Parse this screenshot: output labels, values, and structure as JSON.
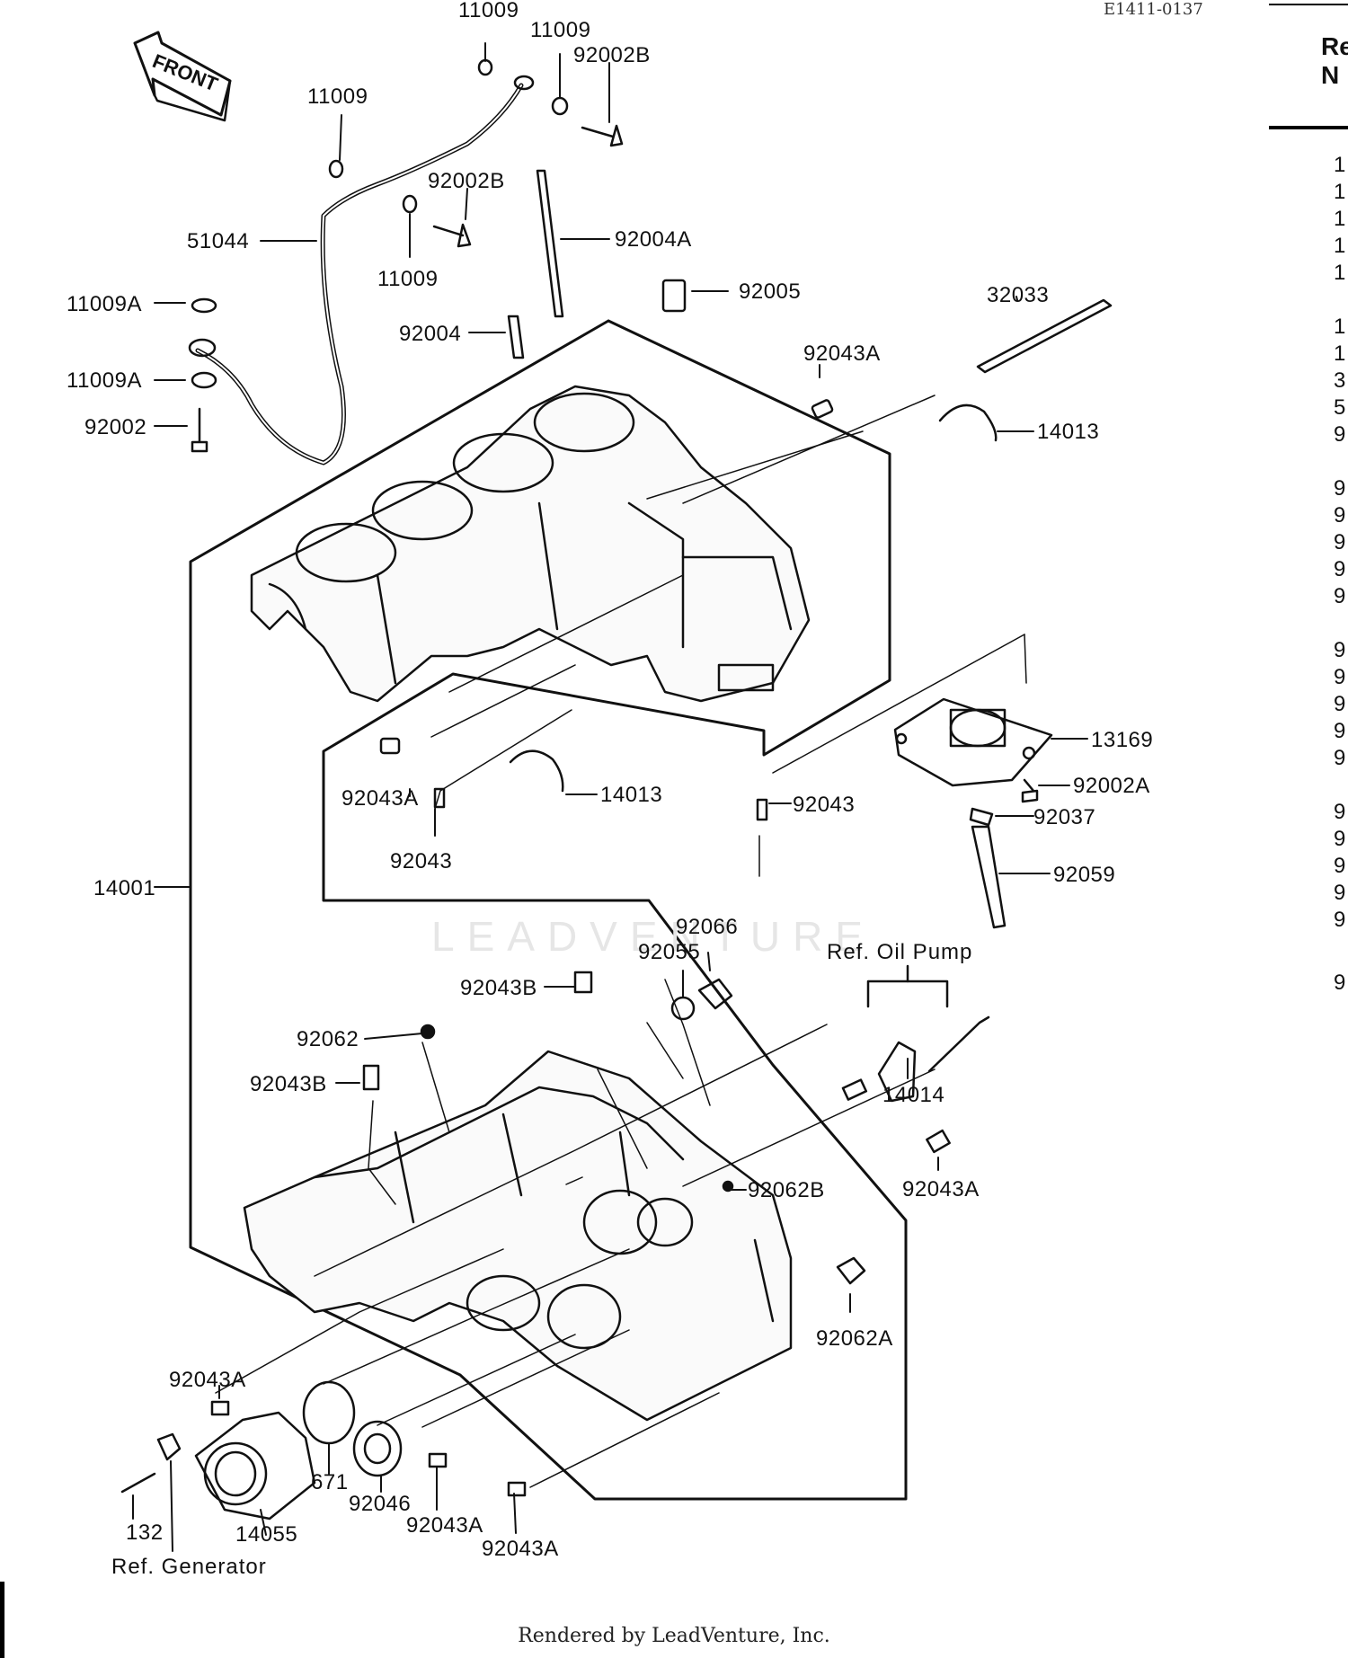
{
  "diagram_code": "E1411-0137",
  "footer": "Rendered by LeadVenture, Inc.",
  "watermark": "LEADVENTURE",
  "front_arrow": "FRONT",
  "ref_labels": {
    "oil_pump": "Ref. Oil Pump",
    "generator": "Ref. Generator"
  },
  "part_labels": [
    {
      "id": "l1",
      "text": "11009"
    },
    {
      "id": "l2",
      "text": "11009"
    },
    {
      "id": "l3",
      "text": "92002B"
    },
    {
      "id": "l4",
      "text": "11009"
    },
    {
      "id": "l5",
      "text": "92002B"
    },
    {
      "id": "l6",
      "text": "51044"
    },
    {
      "id": "l7",
      "text": "92004A"
    },
    {
      "id": "l8",
      "text": "11009"
    },
    {
      "id": "l9",
      "text": "92005"
    },
    {
      "id": "l10",
      "text": "32033"
    },
    {
      "id": "l11",
      "text": "11009A"
    },
    {
      "id": "l12",
      "text": "92004"
    },
    {
      "id": "l13",
      "text": "92043A"
    },
    {
      "id": "l14",
      "text": "11009A"
    },
    {
      "id": "l15",
      "text": "92002"
    },
    {
      "id": "l16",
      "text": "14013"
    },
    {
      "id": "l17",
      "text": "13169"
    },
    {
      "id": "l18",
      "text": "92002A"
    },
    {
      "id": "l19",
      "text": "92043A"
    },
    {
      "id": "l20",
      "text": "14013"
    },
    {
      "id": "l21",
      "text": "92043"
    },
    {
      "id": "l22",
      "text": "92037"
    },
    {
      "id": "l23",
      "text": "92043"
    },
    {
      "id": "l24",
      "text": "92059"
    },
    {
      "id": "l25",
      "text": "14001"
    },
    {
      "id": "l26",
      "text": "92066"
    },
    {
      "id": "l27",
      "text": "92055"
    },
    {
      "id": "l28",
      "text": "92043B"
    },
    {
      "id": "l29",
      "text": "92062"
    },
    {
      "id": "l30",
      "text": "92043B"
    },
    {
      "id": "l31",
      "text": "14014"
    },
    {
      "id": "l32",
      "text": "92062B"
    },
    {
      "id": "l33",
      "text": "92043A"
    },
    {
      "id": "l34",
      "text": "92062A"
    },
    {
      "id": "l35",
      "text": "92043A"
    },
    {
      "id": "l36",
      "text": "671"
    },
    {
      "id": "l37",
      "text": "92046"
    },
    {
      "id": "l38",
      "text": "92043A"
    },
    {
      "id": "l39",
      "text": "132"
    },
    {
      "id": "l40",
      "text": "14055"
    },
    {
      "id": "l41",
      "text": "92043A"
    }
  ],
  "parts_panel": {
    "header": [
      "Re",
      "N"
    ],
    "rows": [
      "1",
      "1",
      "1",
      "1",
      "1",
      "1",
      "1",
      "3",
      "5",
      "9",
      "9",
      "9",
      "9",
      "9",
      "9",
      "9",
      "9",
      "9",
      "9",
      "9",
      "9",
      "9",
      "9",
      "9",
      "9",
      "9"
    ]
  }
}
